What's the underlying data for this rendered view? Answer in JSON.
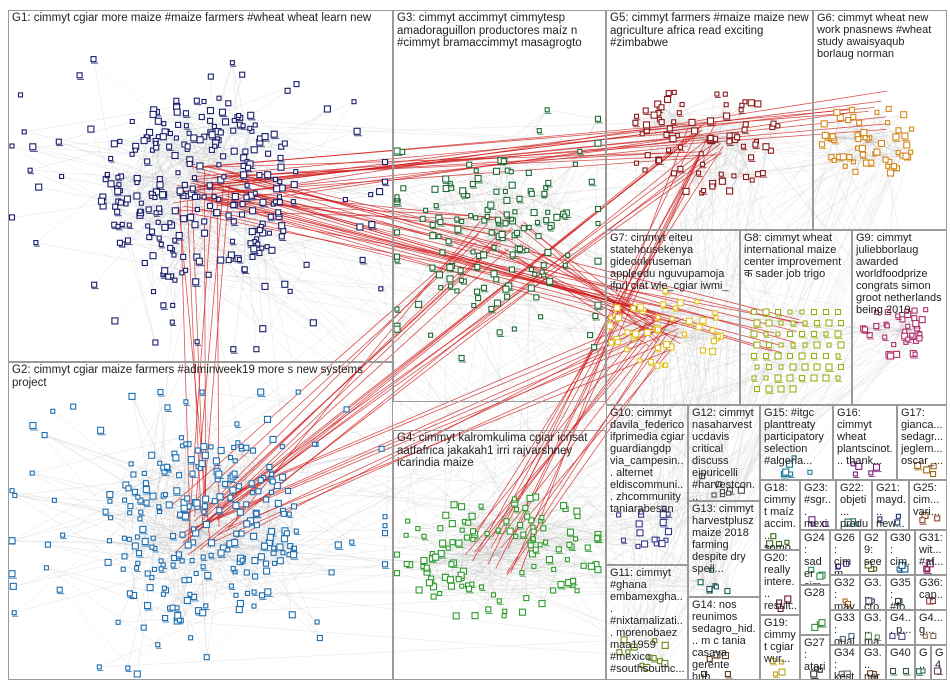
{
  "graph": {
    "groups": [
      {
        "id": "G1",
        "label": "G1: cimmyt cgiar more maize #maize farmers #wheat wheat learn new",
        "color": "#1a1f6b"
      },
      {
        "id": "G2",
        "label": "G2: cimmyt cgiar maize farmers #adminweek19 more s new systems project",
        "color": "#1f6fb0"
      },
      {
        "id": "G3",
        "label": "G3: cimmyt accimmyt cimmytesp amadoraguillon productores maíz n #cimmyt bramaccimmyt masagrogto",
        "color": "#1f6b35"
      },
      {
        "id": "G4",
        "label": "G4: cimmyt kalromkulima cgiar icrisat aatfafrica jakakah1 irri rajvarshney icarindia maize",
        "color": "#2e9a2e"
      },
      {
        "id": "G5",
        "label": "G5: cimmyt farmers #maize maize new agriculture africa read exciting #zimbabwe",
        "color": "#8b1a1a"
      },
      {
        "id": "G6",
        "label": "G6: cimmyt wheat new work pnasnews #wheat study awaisyaqub borlaug norman",
        "color": "#d4891c"
      },
      {
        "id": "G7",
        "label": "G7: cimmyt eiteu statehousekenya gideonkruseman appleedu nguvupamoja ifpri ciat wle_cgiar iwmi_",
        "color": "#e0c01a"
      },
      {
        "id": "G8",
        "label": "G8: cimmyt wheat international maize center improvement क sader job trigo",
        "color": "#9ab01a"
      },
      {
        "id": "G9",
        "label": "G9: cimmyt juliebborlaug awarded worldfoodprize congrats simon groot netherlands being 2019",
        "color": "#b0306b"
      },
      {
        "id": "G10",
        "label": "G10: cimmyt davila_federico ifprimedia cgiar guardiangdp via_campesin... alternet eldiscommuni... zhcommunity taniarabesan",
        "color": "#3a3a8a"
      },
      {
        "id": "G11",
        "label": "G11: cimmyt #ghana embamexgha... #nixtamalizati... morenobaez maa1959 #mexico #southsouthc...",
        "color": "#6b8a1a"
      },
      {
        "id": "G12",
        "label": "G12: cimmyt nasaharvest ucdavis critical discuss eipuricelli #harvestcon...",
        "color": "#4a4a4a"
      },
      {
        "id": "G13",
        "label": "G13: cimmyt harvestplusz maize 2018 farming despite dry spell...",
        "color": "#1a5a5a"
      },
      {
        "id": "G14",
        "label": "G14: nos reunimos sedagro_hid... m c tania casaya gerente hub...",
        "color": "#5a3a1a"
      },
      {
        "id": "G15",
        "label": "G15: #itgc planttreaty participatory selection #algeria...",
        "color": "#1a7a9a"
      },
      {
        "id": "G16",
        "label": "G16: cimmyt wheat plantscinot... thank...",
        "color": "#7a1a7a"
      },
      {
        "id": "G17",
        "label": "G17: gianca... sedagr... jeglem... oscar_...",
        "color": "#9a6a1a"
      },
      {
        "id": "G18",
        "label": "G18: cimmyt maíz accim... somo...",
        "color": "#3a6a1a"
      },
      {
        "id": "G19",
        "label": "G19: cimmyt cgiar wur...",
        "color": "#c0a020"
      },
      {
        "id": "G20",
        "label": "G20: really intere... result...",
        "color": "#6a1a3a"
      },
      {
        "id": "G21",
        "label": "G21: mayd... new...",
        "color": "#1a3a6a"
      },
      {
        "id": "G22",
        "label": "G22: objeti... produ...",
        "color": "#2a6a6a"
      },
      {
        "id": "G23",
        "label": "G23: #sgr... mexi...",
        "color": "#6a2a8a"
      },
      {
        "id": "G24",
        "label": "G24: sader cim...",
        "color": "#2a8a4a"
      },
      {
        "id": "G25",
        "label": "G25: cim... vari...",
        "color": "#8a4a2a"
      },
      {
        "id": "G26",
        "label": "G26: cimm... yout... ",
        "color": "#4a2a8a"
      },
      {
        "id": "G27",
        "label": "G27: atari... guru...",
        "color": "#2a2a2a"
      },
      {
        "id": "G28",
        "label": "G28",
        "color": "#3a8a3a"
      },
      {
        "id": "G29",
        "label": "G29: see... veg...",
        "color": "#5a5a1a"
      },
      {
        "id": "G30",
        "label": "G30: cim... wh...",
        "color": "#1a5a8a"
      },
      {
        "id": "G31",
        "label": "G31: wit... #af...",
        "color": "#8a1a5a"
      },
      {
        "id": "G32",
        "label": "G32: may...",
        "color": "#a06a1a"
      },
      {
        "id": "G33",
        "label": "G33: quali...",
        "color": "#4a6a8a"
      },
      {
        "id": "G34",
        "label": "G34: kest...",
        "color": "#6a6a6a"
      },
      {
        "id": "G35",
        "label": "G35: #fo...",
        "color": "#2a4a2a"
      },
      {
        "id": "G36",
        "label": "G36: cap...",
        "color": "#8a3a3a"
      },
      {
        "id": "G37",
        "label": "G3... cro...",
        "color": "#3a3a6a"
      },
      {
        "id": "G38",
        "label": "G3... ma...",
        "color": "#5a8a5a"
      },
      {
        "id": "G39",
        "label": "G3... nor...",
        "color": "#6a3a1a"
      },
      {
        "id": "G40",
        "label": "G40",
        "color": "#3a5a3a"
      },
      {
        "id": "G41",
        "label": "G4... p...",
        "color": "#4a4a8a"
      },
      {
        "id": "G42",
        "label": "G4... g...",
        "color": "#8a6a4a"
      },
      {
        "id": "G43",
        "label": "G...",
        "color": "#2a6a4a"
      },
      {
        "id": "G44",
        "label": "G4",
        "color": "#6a4a6a"
      }
    ],
    "colors": {
      "edge_gray": "#bdbdbd",
      "edge_red": "#d01818",
      "border": "#9a9a9a"
    }
  }
}
